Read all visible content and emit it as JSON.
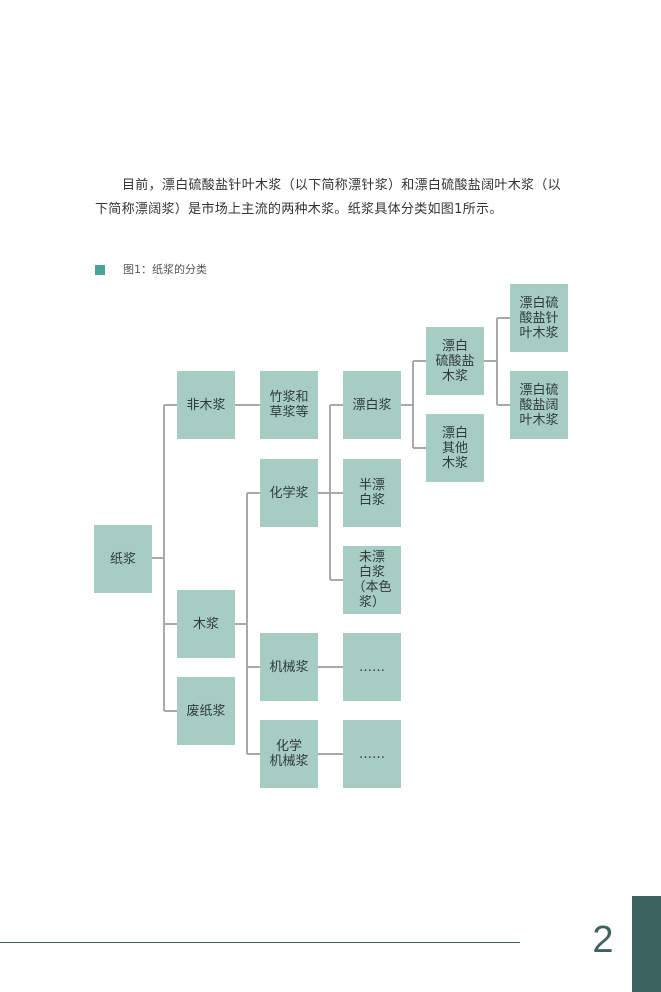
{
  "paragraph": "目前，漂白硫酸盐针叶木浆（以下简称漂针浆）和漂白硫酸盐阔叶木浆（以下简称漂阔浆）是市场上主流的两种木浆。纸浆具体分类如图1所示。",
  "figure": {
    "caption": "图1：纸浆的分类",
    "nodes": {
      "pulp": "纸浆",
      "non_wood": "非木浆",
      "wood": "木浆",
      "waste_paper": "废纸浆",
      "bamboo_straw": "竹浆和\n草浆等",
      "chemical": "化学浆",
      "mechanical": "机械浆",
      "chemi_mechanical": "化学\n机械浆",
      "bleached": "漂白浆",
      "semi_bleached": "半漂\n白浆",
      "unbleached": "未漂\n白浆\n（本色浆）",
      "mech_more": "……",
      "chemi_mech_more": "……",
      "bleached_sulfate": "漂白\n硫酸盐\n木浆",
      "bleached_other": "漂白\n其他\n木浆",
      "bleached_sulfate_softwood": "漂白硫\n酸盐针\n叶木浆",
      "bleached_sulfate_hardwood": "漂白硫\n酸盐阔\n叶木浆"
    }
  },
  "page_number": "2",
  "colors": {
    "box_fill": "#a7cdc3",
    "connector": "#a9a9a9",
    "accent": "#3d6360",
    "caption_square": "#4aa39a"
  }
}
